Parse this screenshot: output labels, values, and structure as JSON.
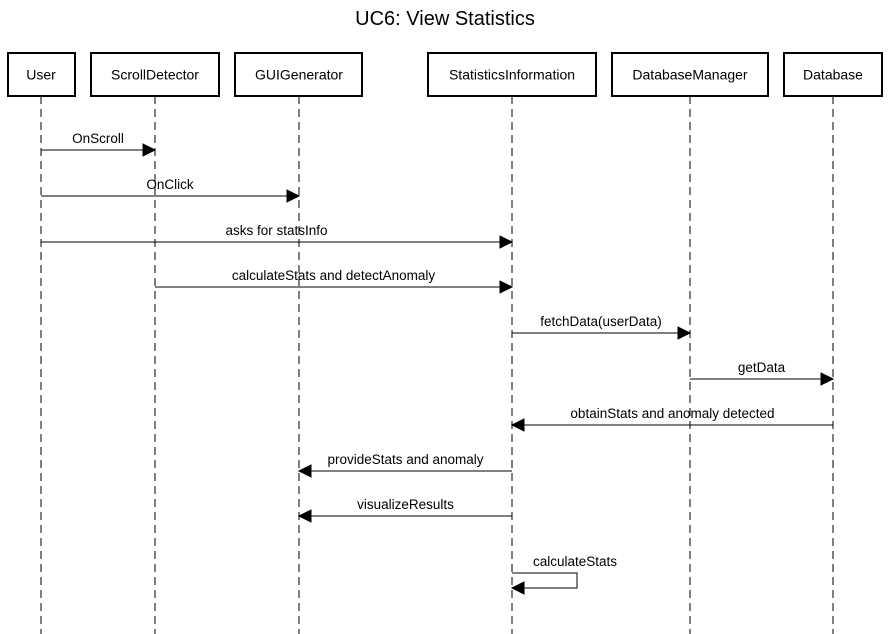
{
  "diagram": {
    "title": "UC6: View Statistics",
    "actors": [
      {
        "id": "user",
        "label": "User"
      },
      {
        "id": "scroll",
        "label": "ScrollDetector"
      },
      {
        "id": "gui",
        "label": "GUIGenerator"
      },
      {
        "id": "stats",
        "label": "StatisticsInformation"
      },
      {
        "id": "dbm",
        "label": "DatabaseManager"
      },
      {
        "id": "db",
        "label": "Database"
      }
    ],
    "messages": [
      {
        "from": "user",
        "to": "scroll",
        "label": "OnScroll"
      },
      {
        "from": "user",
        "to": "gui",
        "label": "OnClick"
      },
      {
        "from": "user",
        "to": "stats",
        "label": "asks for statsInfo"
      },
      {
        "from": "scroll",
        "to": "stats",
        "label": "calculateStats and detectAnomaly"
      },
      {
        "from": "stats",
        "to": "dbm",
        "label": "fetchData(userData)"
      },
      {
        "from": "dbm",
        "to": "db",
        "label": "getData"
      },
      {
        "from": "db",
        "to": "stats",
        "label": "obtainStats and anomaly detected"
      },
      {
        "from": "stats",
        "to": "gui",
        "label": "provideStats and anomaly"
      },
      {
        "from": "stats",
        "to": "gui",
        "label": "visualizeResults"
      },
      {
        "from": "stats",
        "to": "stats",
        "label": "calculateStats"
      }
    ]
  }
}
